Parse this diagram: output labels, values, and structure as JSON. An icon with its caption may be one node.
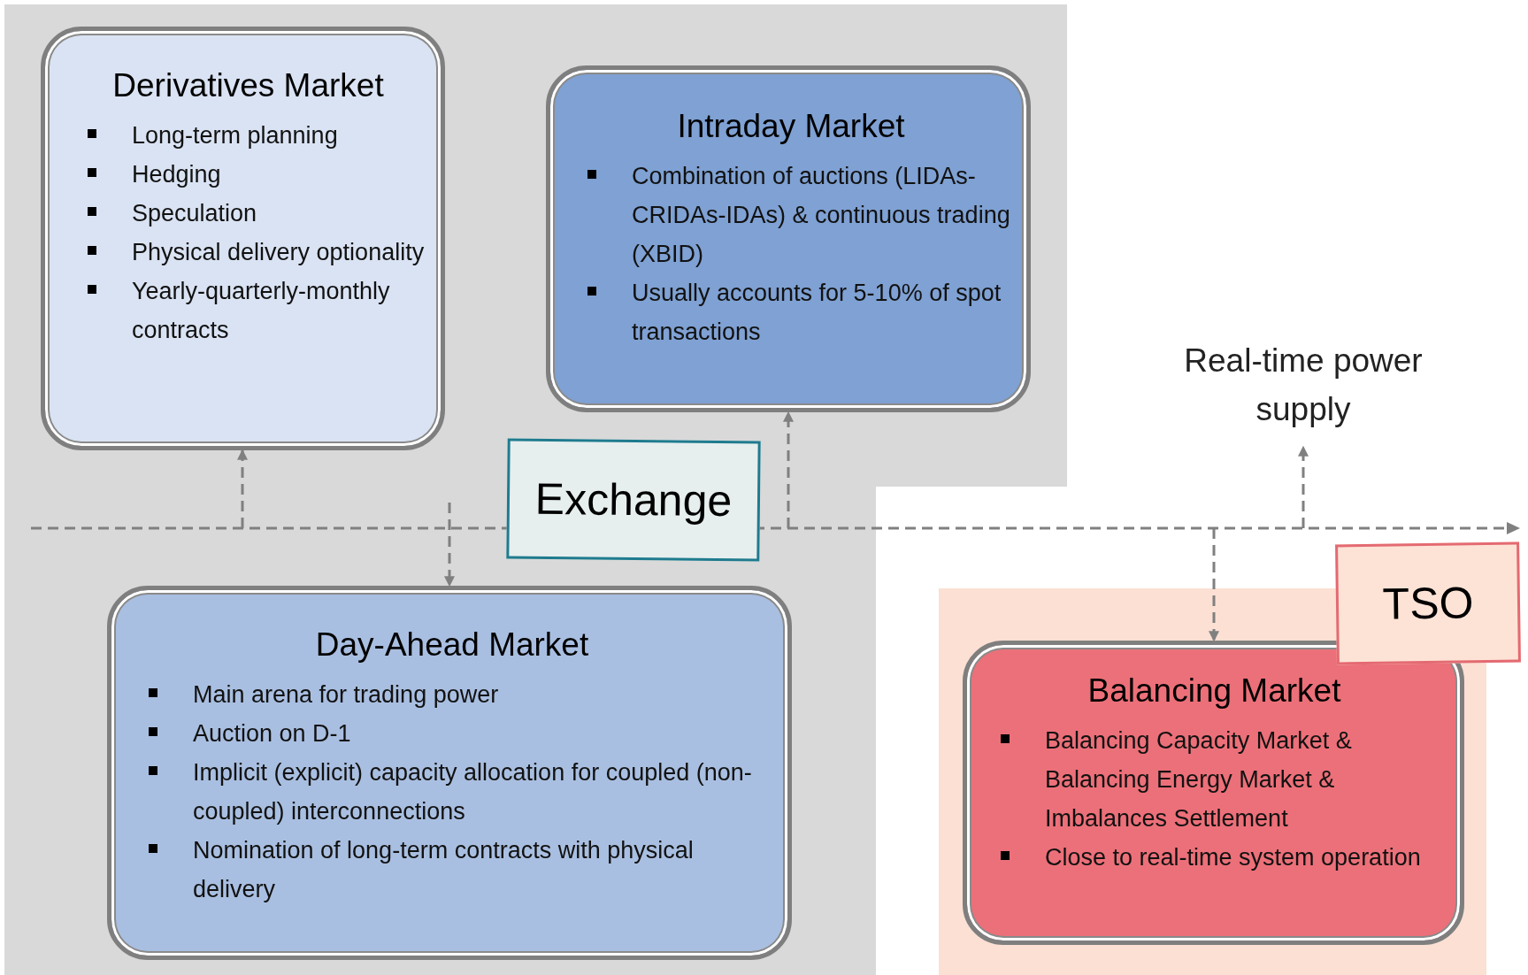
{
  "diagram": {
    "nodes": [
      {
        "text": [
          "Derivatives Market",
          "Long-term planning",
          "Hedging",
          "Speculation",
          "Physical delivery optionality",
          "Yearly-quarterly-monthly contracts"
        ]
      },
      {
        "text": [
          "Intraday Market",
          "Combination of auctions (LIDAs-CRIDAs-IDAs) & continuous trading (XBID)",
          "Usually accounts for 5-10% of spot transactions"
        ]
      },
      {
        "text": [
          "Exchange"
        ]
      },
      {
        "text": [
          "Day-Ahead Market",
          "Main arena for trading power",
          "Auction on D-1",
          "Implicit (explicit) capacity allocation for coupled (non-coupled) interconnections",
          "Nomination of long-term contracts with physical delivery"
        ]
      },
      {
        "text": [
          "Real-time power supply"
        ]
      },
      {
        "text": [
          "TSO"
        ]
      },
      {
        "text": [
          "Balancing Market",
          "Balancing Capacity Market & Balancing Energy Market & Imbalances Settlement",
          "Close to real-time system operation"
        ]
      }
    ],
    "edges": [
      {
        "from": null,
        "to": 0,
        "arrow": "to",
        "style": "dashed"
      },
      {
        "from": null,
        "to": 3,
        "arrow": "to",
        "style": "dashed"
      },
      {
        "from": null,
        "to": 1,
        "arrow": "to",
        "style": "dashed"
      },
      {
        "from": null,
        "to": 6,
        "arrow": "to",
        "style": "dashed"
      },
      {
        "from": null,
        "to": 4,
        "arrow": "to",
        "style": "dashed"
      }
    ]
  }
}
